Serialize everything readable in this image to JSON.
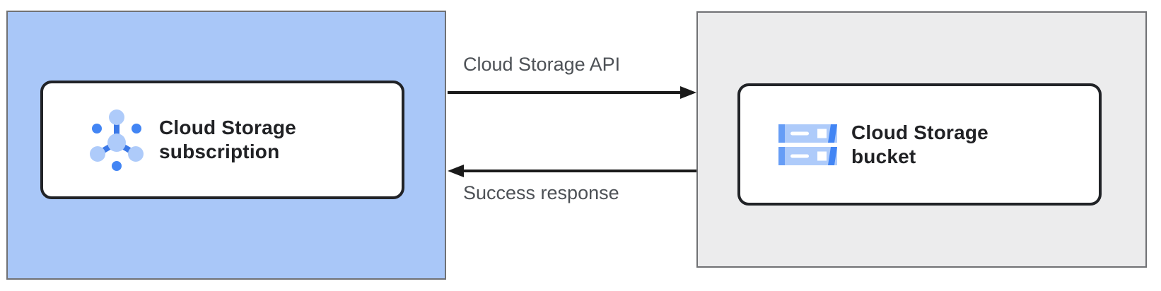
{
  "diagram": {
    "zones": {
      "subscription": {
        "name": "subscription zone",
        "card_label": "Cloud Storage\nsubscription",
        "icon": "pubsub-subscription-icon"
      },
      "bucket": {
        "name": "bucket zone",
        "card_label": "Cloud Storage\nbucket",
        "icon": "cloud-storage-bucket-icon"
      }
    },
    "flows": {
      "request": {
        "label": "Cloud Storage API",
        "direction": "left-to-right"
      },
      "response": {
        "label": "Success response",
        "direction": "right-to-left"
      }
    },
    "colors": {
      "zone_blue": "#A9C7F8",
      "zone_gray": "#ECECED",
      "zone_border": "#707174",
      "card_bg": "#FFFFFF",
      "card_border": "#212327",
      "card_text": "#202124",
      "arrow": "#1A1A1A",
      "flow_label": "#4D5156",
      "icon_blue_light": "#AECBFA",
      "icon_blue_medium": "#669DF6",
      "icon_blue_dark": "#4285F4",
      "icon_spoke": "#3B78E7"
    }
  }
}
